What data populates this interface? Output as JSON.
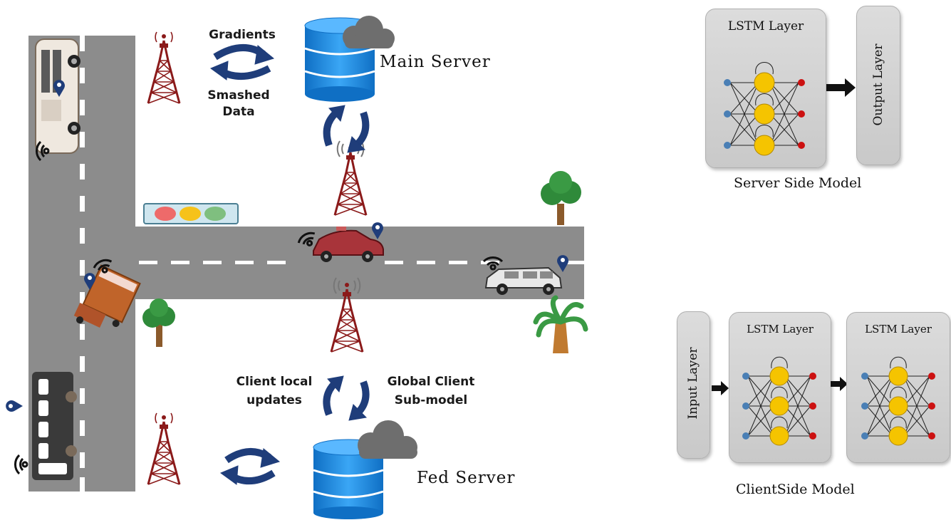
{
  "left": {
    "exchange_top": {
      "label_top": "Gradients",
      "label_bottom_1": "Smashed",
      "label_bottom_2": "Data"
    },
    "main_server": {
      "label": "Main Server"
    },
    "exchange_mid": {
      "label_left_1": "Client local",
      "label_left_2": "updates",
      "label_right_1": "Global Client",
      "label_right_2": "Sub-model"
    },
    "fed_server": {
      "label": "Fed Server"
    }
  },
  "server_side": {
    "lstm_label": "LSTM Layer",
    "output_label": "Output Layer",
    "caption": "Server Side Model"
  },
  "client_side": {
    "input_label": "Input  Layer",
    "lstm1_label": "LSTM Layer",
    "lstm2_label": "LSTM Layer",
    "caption": "ClientSide Model"
  },
  "colors": {
    "road": "#8c8c8c",
    "arrow": "#1f3d7a",
    "db": "#1e90e8",
    "cloud": "#6e6e6e",
    "tower": "#8b1a1a",
    "neuron": "#f5c400"
  }
}
